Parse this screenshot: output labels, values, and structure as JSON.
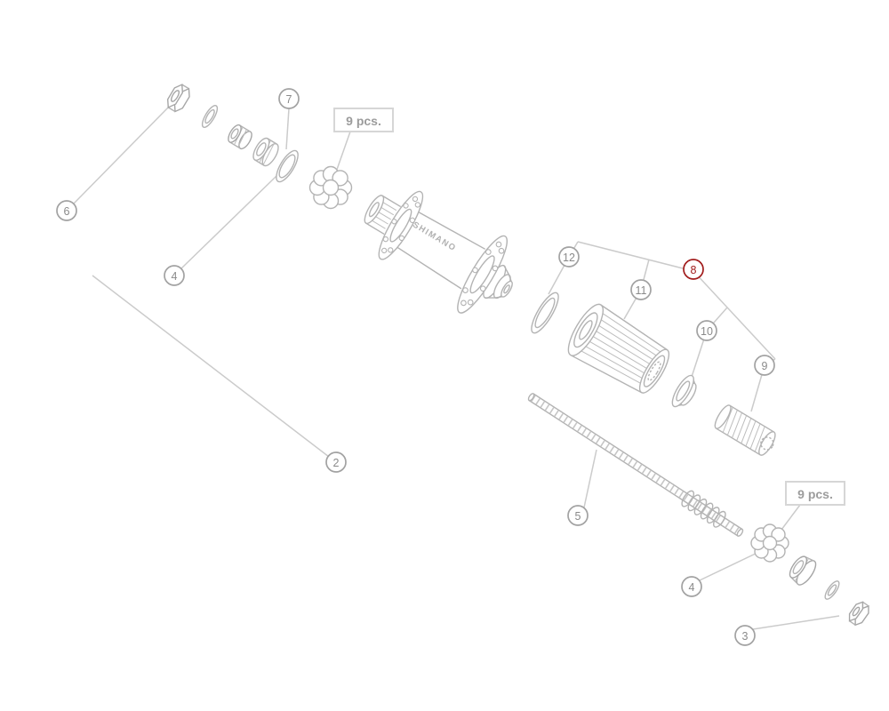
{
  "diagram": {
    "brand": "SHIMANO",
    "callouts": {
      "c2": "2",
      "c3": "3",
      "c4_left": "4",
      "c4_right": "4",
      "c5": "5",
      "c6": "6",
      "c7": "7",
      "c8": "8",
      "c9": "9",
      "c10": "10",
      "c11": "11",
      "c12": "12"
    },
    "quantities": {
      "top": "9 pcs.",
      "bottom": "9 pcs."
    },
    "colors": {
      "highlight": "#a11c1c",
      "leader_line": "#cbcbcb",
      "part_line": "#b3b3b3",
      "label_text": "#8a8a8a"
    }
  }
}
